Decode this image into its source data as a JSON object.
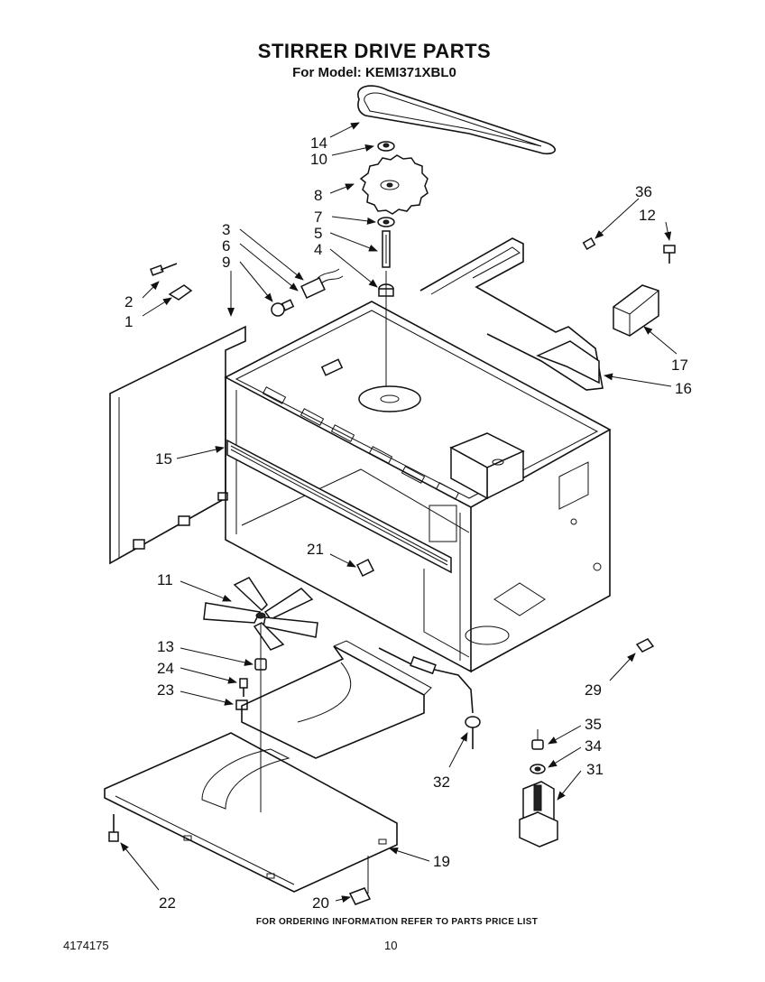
{
  "header": {
    "title": "STIRRER DRIVE PARTS",
    "subtitle": "For Model: KEMI371XBL0"
  },
  "callouts": {
    "c14": "14",
    "c10": "10",
    "c8": "8",
    "c7": "7",
    "c5": "5",
    "c4": "4",
    "c3": "3",
    "c6": "6",
    "c9": "9",
    "c2": "2",
    "c1": "1",
    "c36": "36",
    "c12": "12",
    "c17": "17",
    "c16": "16",
    "c15": "15",
    "c21": "21",
    "c11": "11",
    "c13": "13",
    "c24": "24",
    "c23": "23",
    "c29": "29",
    "c35": "35",
    "c34": "34",
    "c31": "31",
    "c32": "32",
    "c19": "19",
    "c22": "22",
    "c20": "20"
  },
  "footer": {
    "note": "FOR ORDERING INFORMATION REFER TO PARTS PRICE LIST",
    "doc_number": "4174175",
    "page_number": "10"
  }
}
